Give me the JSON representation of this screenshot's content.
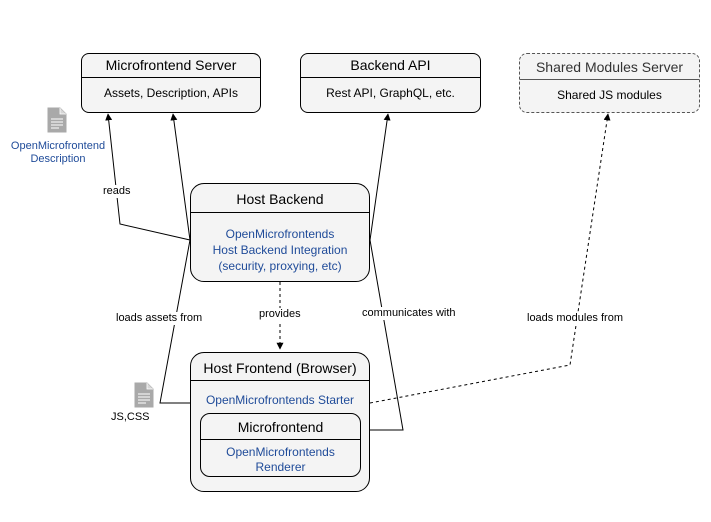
{
  "nodes": {
    "microfrontend_server": {
      "title": "Microfrontend Server",
      "body": "Assets, Description, APIs"
    },
    "backend_api": {
      "title": "Backend API",
      "body": "Rest API, GraphQL, etc."
    },
    "shared_modules_server": {
      "title": "Shared Modules Server",
      "body": "Shared JS modules"
    },
    "host_backend": {
      "title": "Host Backend",
      "body_lines": [
        "OpenMicrofrontends",
        "Host Backend Integration",
        "(security, proxying, etc)"
      ]
    },
    "host_frontend": {
      "title": "Host Frontend (Browser)",
      "starter": "OpenMicrofrontends Starter"
    },
    "microfrontend": {
      "title": "Microfrontend",
      "body_lines": [
        "OpenMicrofrontends",
        "Renderer"
      ]
    }
  },
  "documents": {
    "description_doc": {
      "lines": [
        "OpenMicrofrontend",
        "Description"
      ]
    },
    "jscss_doc": {
      "label": "JS,CSS"
    }
  },
  "edges": {
    "reads": "reads",
    "loads_assets_from": "loads assets from",
    "provides": "provides",
    "communicates_with": "communicates with",
    "loads_modules_from": "loads modules from"
  },
  "colors": {
    "accent_text": "#1f4b99",
    "box_fill": "#f4f4f4",
    "line": "#000000"
  },
  "icons": {
    "document": "document-icon"
  }
}
